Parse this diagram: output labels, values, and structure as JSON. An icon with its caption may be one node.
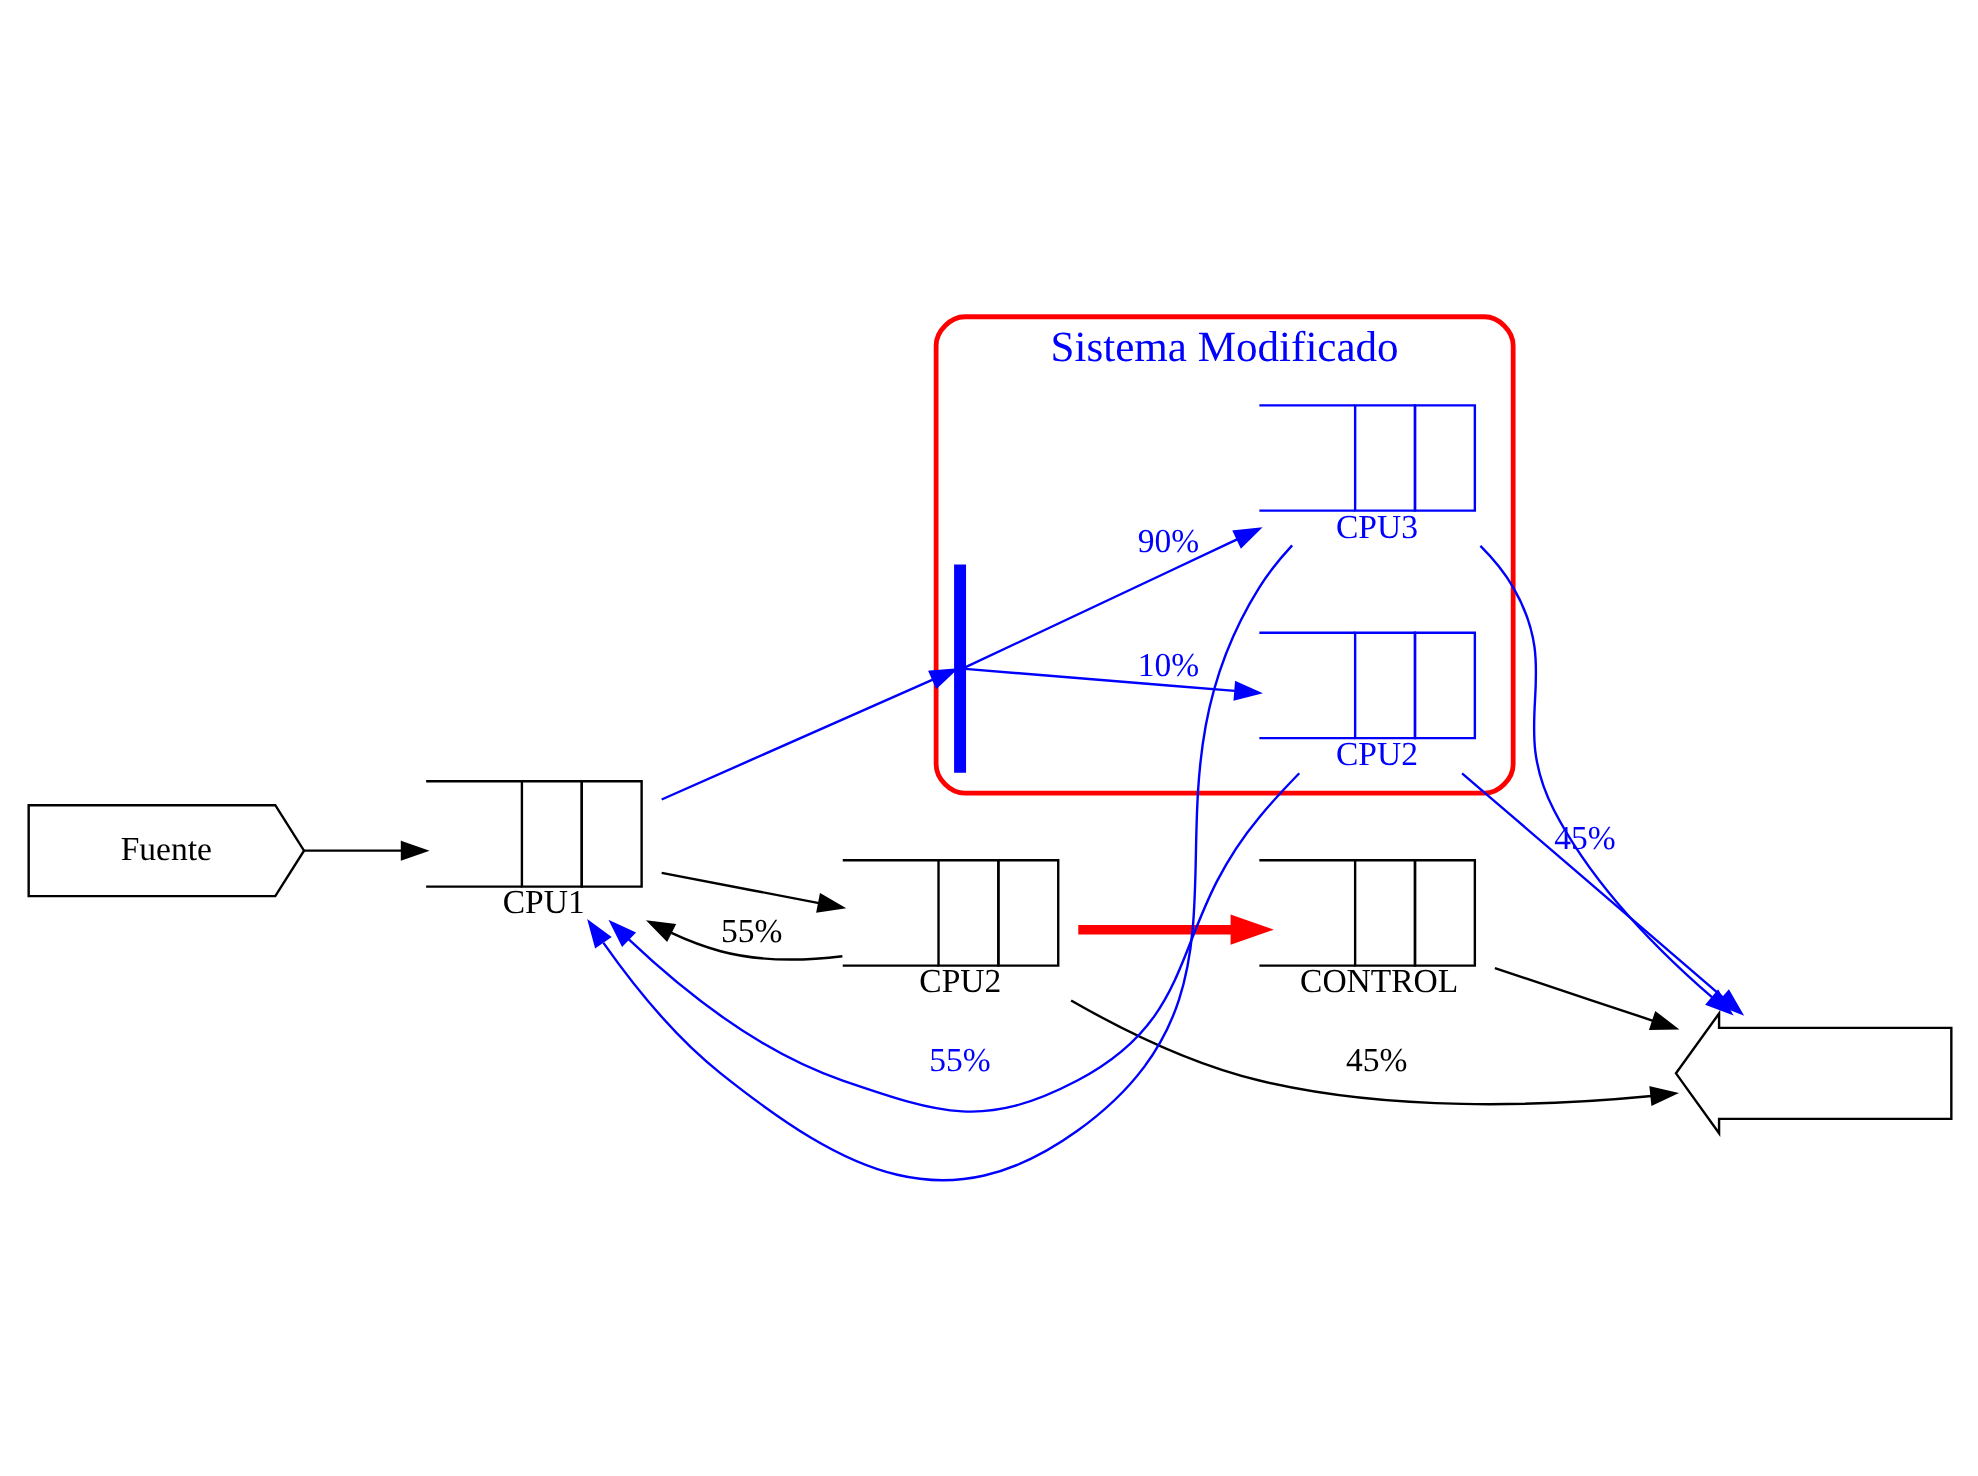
{
  "diagram": {
    "nodes": [
      {
        "text": [
          "Fuente"
        ]
      },
      {
        "text": [
          "CPU1"
        ]
      },
      {
        "text": [
          "CPU2"
        ]
      },
      {
        "text": [
          "CONTROL"
        ]
      },
      {
        "text": [],
        "shape": "box"
      },
      {
        "text": [
          "Sistema Modificado"
        ]
      },
      {
        "text": [],
        "shape": "bar",
        "in": 5
      },
      {
        "text": [
          "CPU2"
        ],
        "in": 5
      },
      {
        "text": [
          "CPU3"
        ],
        "in": 5
      }
    ],
    "edges": [
      {
        "from": 0,
        "to": 1,
        "arrow": "to",
        "color": "#000000"
      },
      {
        "from": 1,
        "to": 2,
        "arrow": "to",
        "color": "#000000"
      },
      {
        "from": 2,
        "to": 1,
        "label": "55%",
        "arrow": "to",
        "color": "#000000"
      },
      {
        "from": 2,
        "to": 4,
        "label": "45%",
        "arrow": "to",
        "color": "#000000"
      },
      {
        "from": 2,
        "to": 3,
        "arrow": "to",
        "style": "thick",
        "color": "#ff0000"
      },
      {
        "from": 3,
        "to": 4,
        "arrow": "to",
        "color": "#000000"
      },
      {
        "from": 1,
        "to": 6,
        "arrow": "to",
        "color": "#0000ff"
      },
      {
        "from": 6,
        "to": 7,
        "label": "10%",
        "arrow": "to",
        "color": "#0000ff"
      },
      {
        "from": 6,
        "to": 8,
        "label": "90%",
        "arrow": "to",
        "color": "#0000ff"
      },
      {
        "from": 7,
        "to": 1,
        "label": "55%",
        "arrow": "to",
        "color": "#0000ff"
      },
      {
        "from": 8,
        "to": 1,
        "arrow": "to",
        "color": "#0000ff"
      },
      {
        "from": 7,
        "to": 4,
        "label": "45%",
        "arrow": "to",
        "color": "#0000ff"
      },
      {
        "from": 8,
        "to": 4,
        "arrow": "to",
        "color": "#0000ff"
      }
    ]
  }
}
